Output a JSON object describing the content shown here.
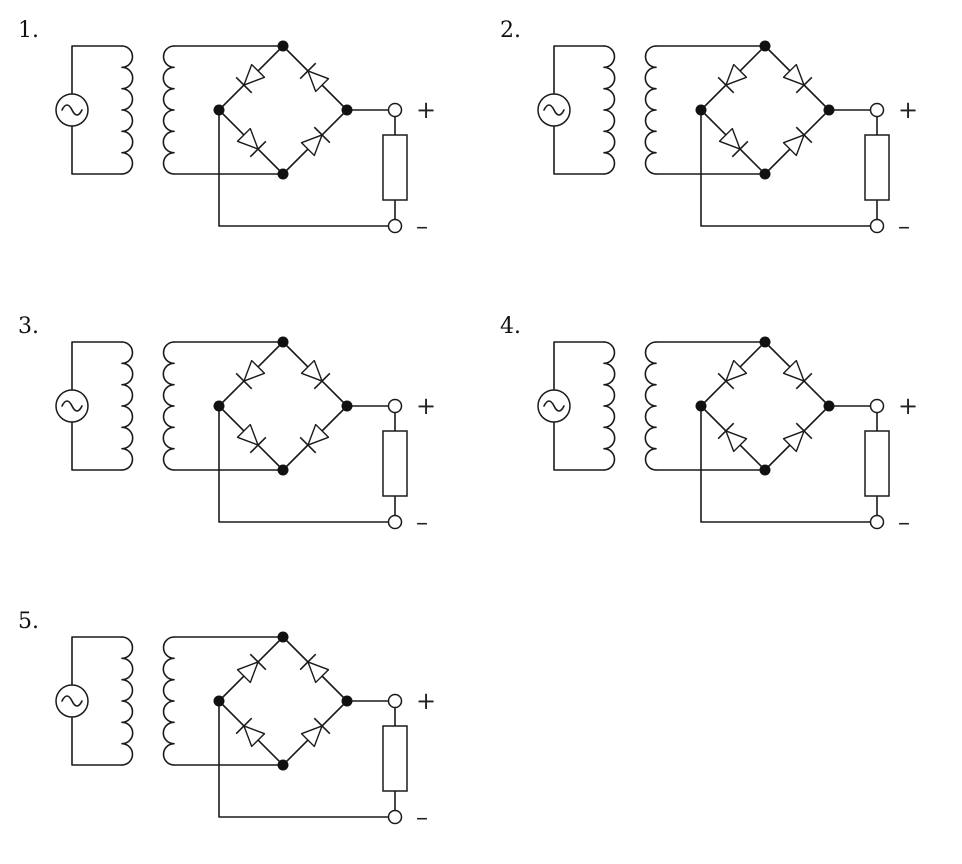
{
  "circuits": [
    {
      "label": "1.",
      "plus": "+",
      "minus": "–",
      "diodes": [
        "in",
        "out",
        "out",
        "in"
      ]
    },
    {
      "label": "2.",
      "plus": "+",
      "minus": "–",
      "diodes": [
        "in",
        "in",
        "out",
        "in"
      ]
    },
    {
      "label": "3.",
      "plus": "+",
      "minus": "–",
      "diodes": [
        "in",
        "in",
        "out",
        "out"
      ]
    },
    {
      "label": "4.",
      "plus": "+",
      "minus": "–",
      "diodes": [
        "in",
        "in",
        "in",
        "in"
      ]
    },
    {
      "label": "5.",
      "plus": "+",
      "minus": "–",
      "diodes": [
        "out",
        "out",
        "in",
        "in"
      ]
    }
  ]
}
